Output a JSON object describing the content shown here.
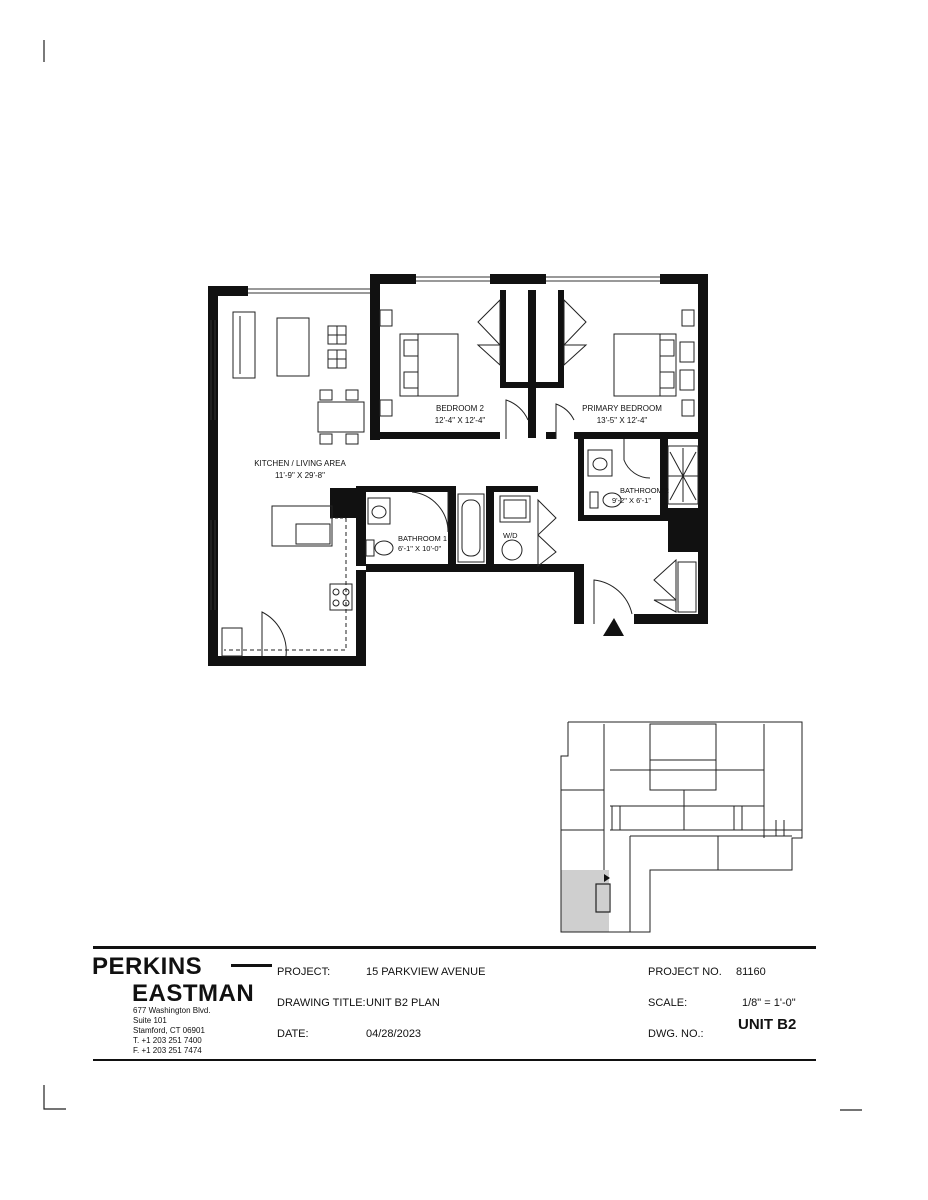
{
  "rooms": {
    "bedroom2": {
      "name": "BEDROOM 2",
      "dims": "12'-4\" X 12'-4\""
    },
    "primary_bedroom": {
      "name": "PRIMARY BEDROOM",
      "dims": "13'-5\" X 12'-4\""
    },
    "kitchen_living": {
      "name": "KITCHEN / LIVING AREA",
      "dims": "11'-9\" X 29'-8\""
    },
    "bathroom1": {
      "name": "BATHROOM 1",
      "dims": "6'-1\" X 10'-0\""
    },
    "bathroom2": {
      "name": "BATHROOM 2",
      "dims": "9'-2\" X 6'-1\""
    },
    "washer_dryer": {
      "name": "W/D"
    }
  },
  "title_block": {
    "firm_line1": "PERKINS",
    "firm_line2": "EASTMAN",
    "address": [
      "677 Washington Blvd.",
      "Suite 101",
      "Stamford, CT 06901",
      "T. +1 203 251 7400",
      "F. +1 203 251 7474"
    ],
    "project_label": "PROJECT:",
    "project_value": "15 PARKVIEW AVENUE",
    "drawing_title_label": "DRAWING TITLE:",
    "drawing_title_value": "UNIT B2 PLAN",
    "date_label": "DATE:",
    "date_value": "04/28/2023",
    "project_no_label": "PROJECT NO.",
    "project_no_value": "81160",
    "scale_label": "SCALE:",
    "scale_value": "1/8\" = 1'-0\"",
    "dwg_no_label": "DWG. NO.:",
    "dwg_no_value": "UNIT B2"
  },
  "colors": {
    "wall": "#111111",
    "highlight": "#cfcfcf",
    "ink": "#111111"
  }
}
